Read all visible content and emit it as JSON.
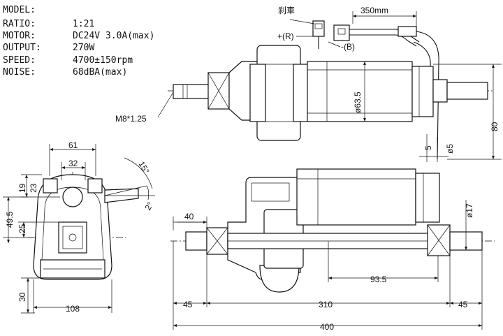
{
  "specs": [
    {
      "label": "MODEL:",
      "value": ""
    },
    {
      "label": "RATIO:",
      "value": "1:21"
    },
    {
      "label": "MOTOR:",
      "value": "DC24V   3.0A(max)"
    },
    {
      "label": "OUTPUT:",
      "value": "270W"
    },
    {
      "label": "SPEED:",
      "value": "4700±150rpm"
    },
    {
      "label": "NOISE:",
      "value": "68dBA(max)"
    }
  ],
  "wiring": {
    "brake_label": "刹車",
    "cable_length": "350mm",
    "positive": "+(R)",
    "negative": "-(B)"
  },
  "top_view": {
    "thread": "M8*1.25",
    "motor_dia": "ø63.5",
    "small_dia": "ø5",
    "dim_5": "5",
    "height_80": "80"
  },
  "side_view": {
    "width_61": "61",
    "width_32": "32",
    "angle_15": "15°",
    "angle_2": "2°",
    "dim_23": "23",
    "dim_19": "19",
    "dim_49_5": "49.5",
    "dim_25": "25",
    "dim_30": "30",
    "width_108": "108"
  },
  "front_view": {
    "dim_40": "40",
    "dia_17": "ø17",
    "dim_93_5": "93.5",
    "dim_45_left": "45",
    "dim_310": "310",
    "dim_45_right": "45",
    "dim_400": "400"
  }
}
